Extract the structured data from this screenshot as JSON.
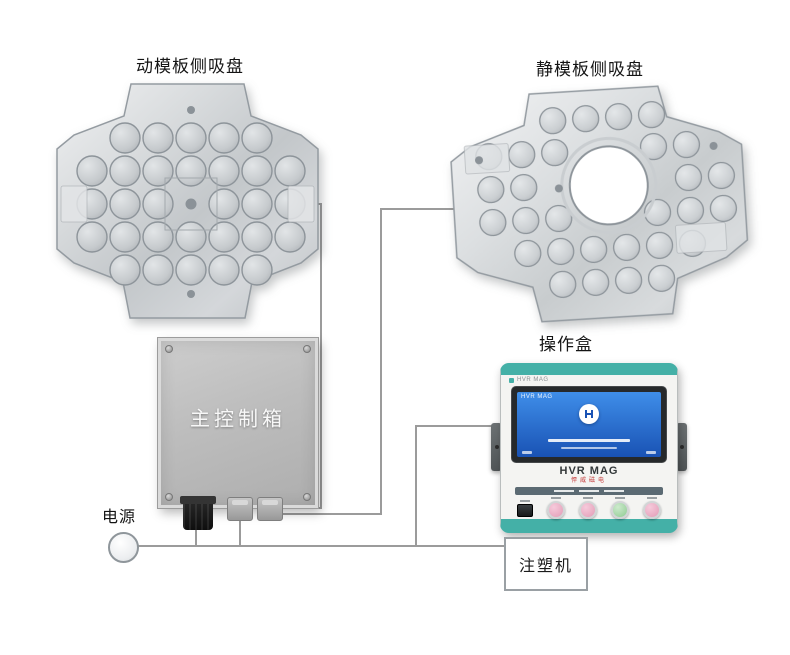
{
  "colors": {
    "accent_teal": "#44b0a7",
    "screen_blue_top": "#3f8ee9",
    "screen_blue_bottom": "#1952b4",
    "button_pink": "#e29cb6",
    "button_green": "#8fcb92",
    "wire_gray": "#9b9b9b",
    "control_box_gray": "#bdbdbd"
  },
  "labels": {
    "left_chuck": "动模板侧吸盘",
    "right_chuck": "静模板侧吸盘",
    "control_box": "主控制箱",
    "operation_box": "操作盒",
    "power": "电源",
    "injection_machine": "注塑机"
  },
  "operation_box": {
    "brand": "HVR MAG",
    "brand_cn": "悍威磁电",
    "screen_brand": "HVR MAG"
  }
}
